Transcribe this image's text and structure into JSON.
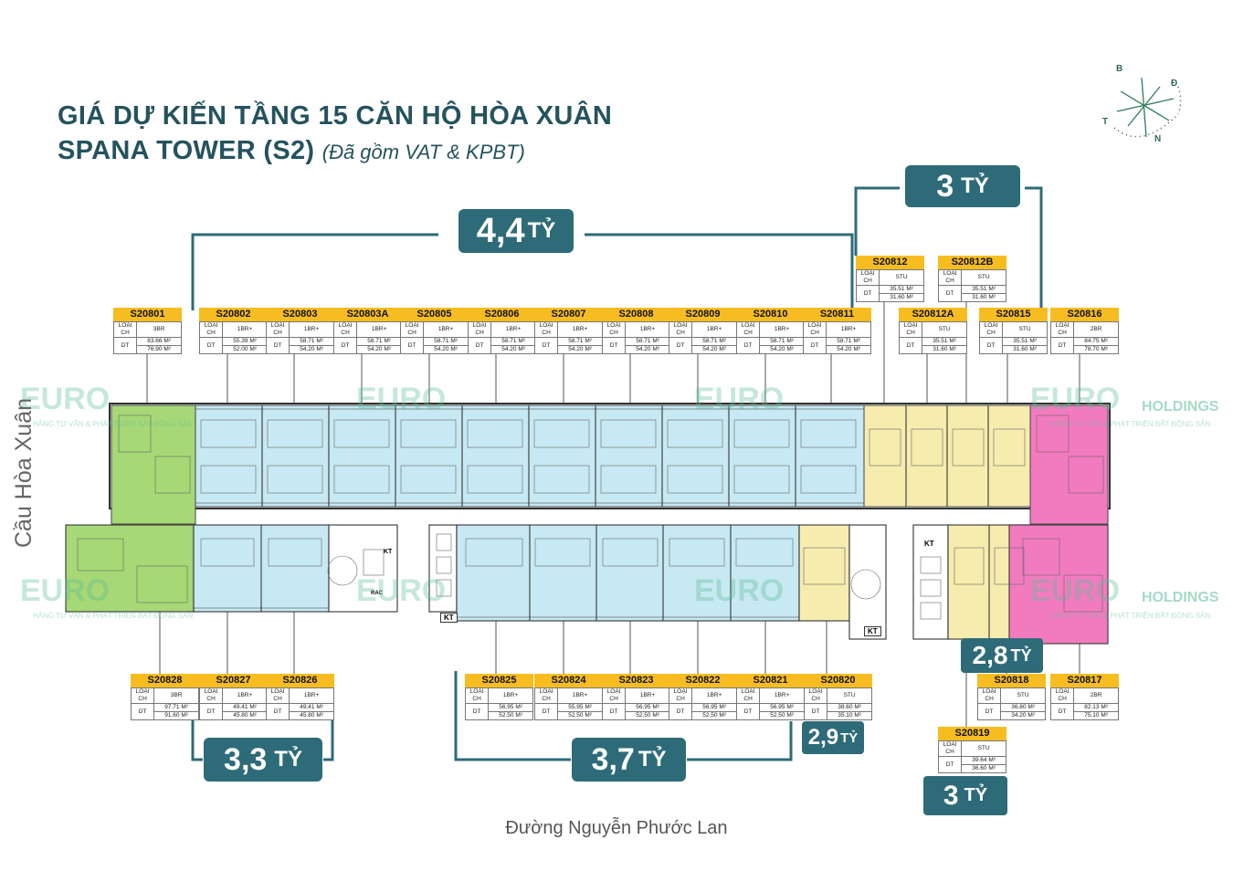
{
  "title": {
    "line1": "GIÁ DỰ KIẾN TẦNG 15 CĂN HỘ HÒA XUÂN",
    "line2": "SPANA TOWER (S2)",
    "note": "(Đã gồm VAT & KPBT)"
  },
  "compass": {
    "b": "B",
    "d": "Đ",
    "t": "T",
    "n": "N"
  },
  "labels": {
    "road": "Đường Nguyễn Phước Lan",
    "bridge": "Cầu Hòa Xuân"
  },
  "table_labels": {
    "type": "LOẠI CH",
    "area": "DT"
  },
  "watermark": {
    "brand": "EURO",
    "holdings": "HOLDINGS",
    "tagline": "HÃNG TƯ VẤN & PHÁT TRIỂN BẤT ĐỘNG SẢN"
  },
  "prices": [
    {
      "value": "4,4",
      "unit": "TỶ"
    },
    {
      "value": "3",
      "unit": "TỶ"
    },
    {
      "value": "3,3",
      "unit": "TỶ"
    },
    {
      "value": "3,7",
      "unit": "TỶ"
    },
    {
      "value": "2,9",
      "unit": "TỶ"
    },
    {
      "value": "2,8",
      "unit": "TỶ"
    },
    {
      "value": "3",
      "unit": "TỶ"
    }
  ],
  "units": [
    {
      "code": "S20801",
      "type": "3BR",
      "area1": "83.66 M²",
      "area2": "76.90 M²"
    },
    {
      "code": "S20802",
      "type": "1BR+",
      "area1": "55.39 M²",
      "area2": "52.00 M²"
    },
    {
      "code": "S20803",
      "type": "1BR+",
      "area1": "58.71 M²",
      "area2": "54.20 M²"
    },
    {
      "code": "S20803A",
      "type": "1BR+",
      "area1": "58.71 M²",
      "area2": "54.20 M²"
    },
    {
      "code": "S20805",
      "type": "1BR+",
      "area1": "58.71 M²",
      "area2": "54.20 M²"
    },
    {
      "code": "S20806",
      "type": "1BR+",
      "area1": "58.71 M²",
      "area2": "54.20 M²"
    },
    {
      "code": "S20807",
      "type": "1BR+",
      "area1": "58.71 M²",
      "area2": "54.20 M²"
    },
    {
      "code": "S20808",
      "type": "1BR+",
      "area1": "58.71 M²",
      "area2": "54.20 M²"
    },
    {
      "code": "S20809",
      "type": "1BR+",
      "area1": "58.71 M²",
      "area2": "54.20 M²"
    },
    {
      "code": "S20810",
      "type": "1BR+",
      "area1": "58.71 M²",
      "area2": "54.20 M²"
    },
    {
      "code": "S20811",
      "type": "1BR+",
      "area1": "58.71 M²",
      "area2": "54.20 M²"
    },
    {
      "code": "S20812",
      "type": "STU",
      "area1": "35.51 M²",
      "area2": "31.60 M²"
    },
    {
      "code": "S20812B",
      "type": "STU",
      "area1": "35.51 M²",
      "area2": "31.60 M²"
    },
    {
      "code": "S20812A",
      "type": "STU",
      "area1": "35.51 M²",
      "area2": "31.60 M²"
    },
    {
      "code": "S20815",
      "type": "STU",
      "area1": "35.51 M²",
      "area2": "31.60 M²"
    },
    {
      "code": "S20816",
      "type": "2BR",
      "area1": "84.75 M²",
      "area2": "78.70 M²"
    },
    {
      "code": "S20828",
      "type": "3BR",
      "area1": "97.71 M²",
      "area2": "91.60 M²"
    },
    {
      "code": "S20827",
      "type": "1BR+",
      "area1": "49.41 M²",
      "area2": "45.80 M²"
    },
    {
      "code": "S20826",
      "type": "1BR+",
      "area1": "49.41 M²",
      "area2": "45.80 M²"
    },
    {
      "code": "S20825",
      "type": "1BR+",
      "area1": "56.95 M²",
      "area2": "52.50 M²"
    },
    {
      "code": "S20824",
      "type": "1BR+",
      "area1": "55.95 M²",
      "area2": "52.50 M²"
    },
    {
      "code": "S20823",
      "type": "1BR+",
      "area1": "56.95 M²",
      "area2": "52.50 M²"
    },
    {
      "code": "S20822",
      "type": "1BR+",
      "area1": "56.95 M²",
      "area2": "52.50 M²"
    },
    {
      "code": "S20821",
      "type": "1BR+",
      "area1": "56.95 M²",
      "area2": "52.50 M²"
    },
    {
      "code": "S20820",
      "type": "STU",
      "area1": "38.60 M²",
      "area2": "35.10 M²"
    },
    {
      "code": "S20818",
      "type": "STU",
      "area1": "36.80 M²",
      "area2": "34.20 M²"
    },
    {
      "code": "S20817",
      "type": "2BR",
      "area1": "82.13 M²",
      "area2": "75.10 M²"
    },
    {
      "code": "S20819",
      "type": "STU",
      "area1": "39.64 M²",
      "area2": "36.60 M²"
    }
  ],
  "facility_labels": [
    "KT",
    "KT",
    "KT",
    "KT",
    "RAC"
  ],
  "colors": {
    "title": "#24535e",
    "price_badge": "#2e6b78",
    "code_header": "#f7bd20",
    "unit_blue": "#c7e9f3",
    "unit_green": "#a6d876",
    "unit_yellow": "#f6ecae",
    "unit_pink": "#f27bbf"
  }
}
